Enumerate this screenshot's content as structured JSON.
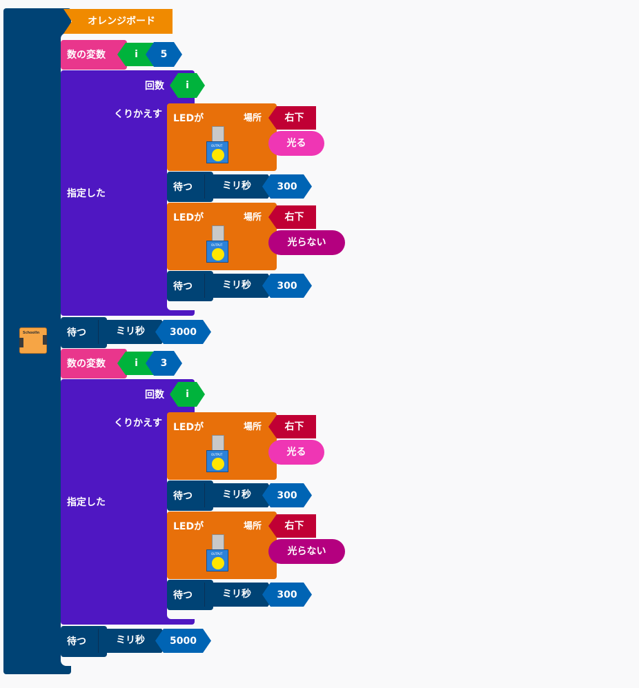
{
  "hat": {
    "label": "オレンジボード"
  },
  "blocks": {
    "set_var_label": "数の変数",
    "var_name": "i",
    "repeat_count_label": "回数",
    "repeat_label": "くりかえす",
    "designated_label": "指定した",
    "led_label": "LEDが",
    "place_label": "場所",
    "place_value": "右下",
    "on_label": "光る",
    "off_label": "光らない",
    "wait_label": "待つ",
    "ms_label": "ミリ秒"
  },
  "groups": [
    {
      "var_value": "5",
      "inner_wait_1": "300",
      "inner_wait_2": "300",
      "after_wait": "3000"
    },
    {
      "var_value": "3",
      "inner_wait_1": "300",
      "inner_wait_2": "300",
      "after_wait": "5000"
    }
  ],
  "device": {
    "name": "SchoolIn"
  },
  "icon_text": {
    "output": "OUTPUT"
  },
  "colors": {
    "hat": "#f08a00",
    "set_var": "#e9368c",
    "variable": "#00b33c",
    "number": "#0064b4",
    "loop": "#4f17c2",
    "led": "#e8700a",
    "wait": "#004375",
    "position": "#c00034",
    "on": "#ef36b4",
    "off": "#b4007f"
  }
}
